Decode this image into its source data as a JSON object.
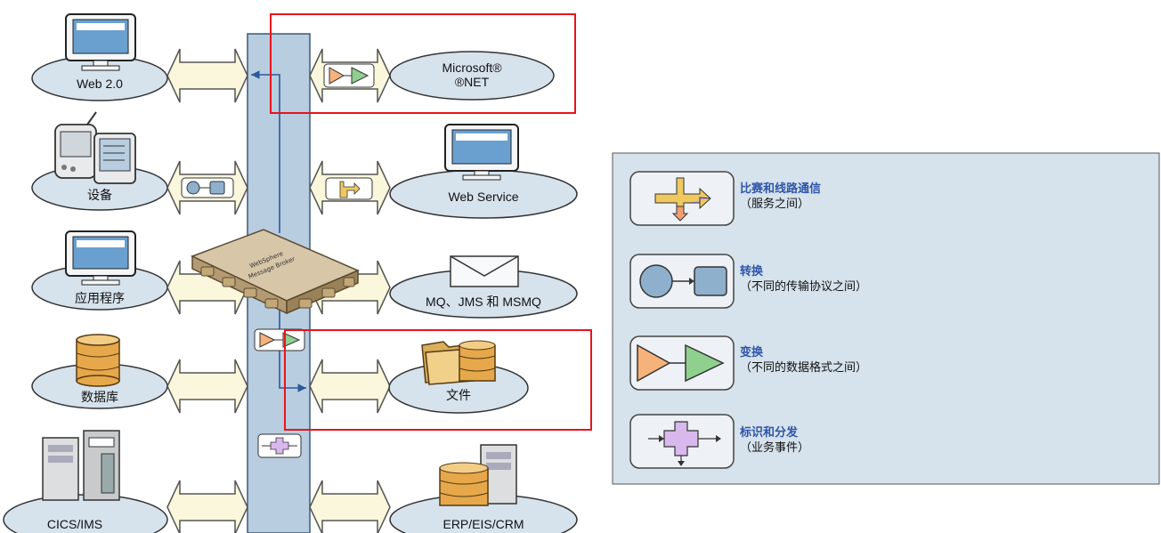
{
  "left_nodes": [
    {
      "label": "Web 2.0"
    },
    {
      "label": "设备"
    },
    {
      "label": "应用程序"
    },
    {
      "label": "数据库"
    },
    {
      "label": "CICS/IMS"
    }
  ],
  "right_nodes": [
    {
      "label": "Microsoft®",
      "sub": "®NET"
    },
    {
      "label": "Web Service"
    },
    {
      "label": "MQ、JMS 和 MSMQ"
    },
    {
      "label": "文件"
    },
    {
      "label": "ERP/EIS/CRM"
    }
  ],
  "broker": {
    "line1": "WebSphere",
    "line2": "Message Broker"
  },
  "legend": [
    {
      "icon": "routing-icon",
      "title": "比赛和线路通信",
      "sub": "（服务之间）"
    },
    {
      "icon": "convert-icon",
      "title": "转换",
      "sub": "（不同的传输协议之间）"
    },
    {
      "icon": "transform-icon",
      "title": "变换",
      "sub": "（不同的数据格式之间）"
    },
    {
      "icon": "identify-icon",
      "title": "标识和分发",
      "sub": "（业务事件）"
    }
  ],
  "colors": {
    "bus": "#b8cde0",
    "ellipse": "#d6e2ec",
    "arrow_fill": "#fbf7dc",
    "highlight": "#e8141c",
    "legend_bg": "#d6e2ec",
    "legend_title": "#2d55a8"
  }
}
